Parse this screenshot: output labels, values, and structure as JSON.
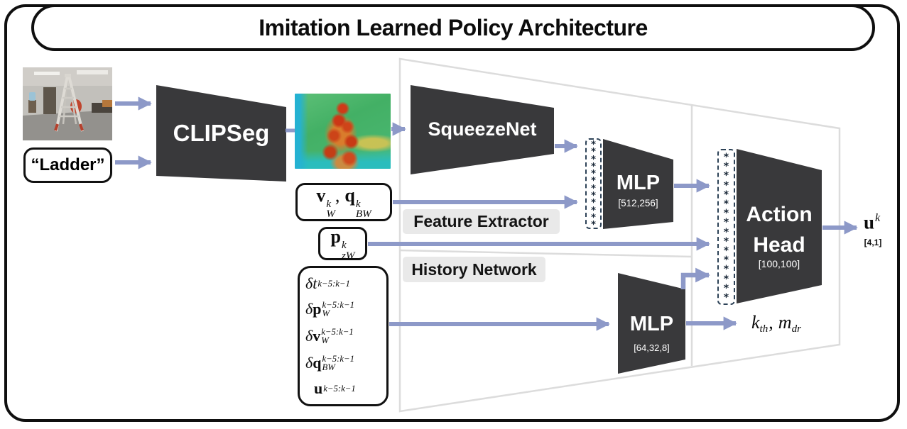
{
  "title": "Imitation Learned Policy Architecture",
  "prompt": "“Ladder”",
  "blocks": {
    "clipseg": "CLIPSeg",
    "squeezenet": "SqueezeNet",
    "mlp_feature": {
      "name": "MLP",
      "dims": "[512,256]"
    },
    "mlp_history": {
      "name": "MLP",
      "dims": "[64,32,8]"
    },
    "action_head": {
      "line1": "Action",
      "line2": "Head",
      "dims": "[100,100]"
    }
  },
  "region_labels": {
    "feature": "Feature Extractor",
    "history": "History Network"
  },
  "inputs": {
    "vq": {
      "v": "v",
      "v_sup": "k",
      "v_sub": "W",
      "sep": ",",
      "q": "q",
      "q_sup": "k",
      "q_sub": "BW"
    },
    "p": {
      "base": "p",
      "sup": "k",
      "sub": "zW"
    },
    "history": [
      {
        "pre": "δ",
        "base": "t",
        "sup": "k−5:k−1",
        "sub": ""
      },
      {
        "pre": "δ",
        "base": "p",
        "sup": "k−5:k−1",
        "sub": "W"
      },
      {
        "pre": "δ",
        "base": "v",
        "sup": "k−5:k−1",
        "sub": "W"
      },
      {
        "pre": "δ",
        "base": "q",
        "sup": "k−5:k−1",
        "sub": "BW"
      },
      {
        "pre": "",
        "base": "u",
        "sup": "k−5:k−1",
        "sub": ""
      }
    ]
  },
  "outputs": {
    "u": {
      "base": "u",
      "sup": "k",
      "dims": "[4,1]"
    },
    "gains": {
      "k": "k",
      "k_sub": "th",
      "sep": ",",
      "m": "m",
      "m_sub": "dr"
    }
  },
  "concat_feature": "*\n*\n*\n*\n*\n*\n*\n*\n*\n*\n*\n*",
  "concat_action": "*\n*\n*\n*\n*\n*\n*\n*\n*\n*\n*\n*\n*\n*\n*\n*",
  "colors": {
    "arrow": "#8d99c8",
    "block_fill": "#39393b",
    "region_outline": "#dcdcdc",
    "dashed_border": "#2d4257",
    "label_bg": "#e9e9e9",
    "frame_border": "#0f0f0f"
  }
}
